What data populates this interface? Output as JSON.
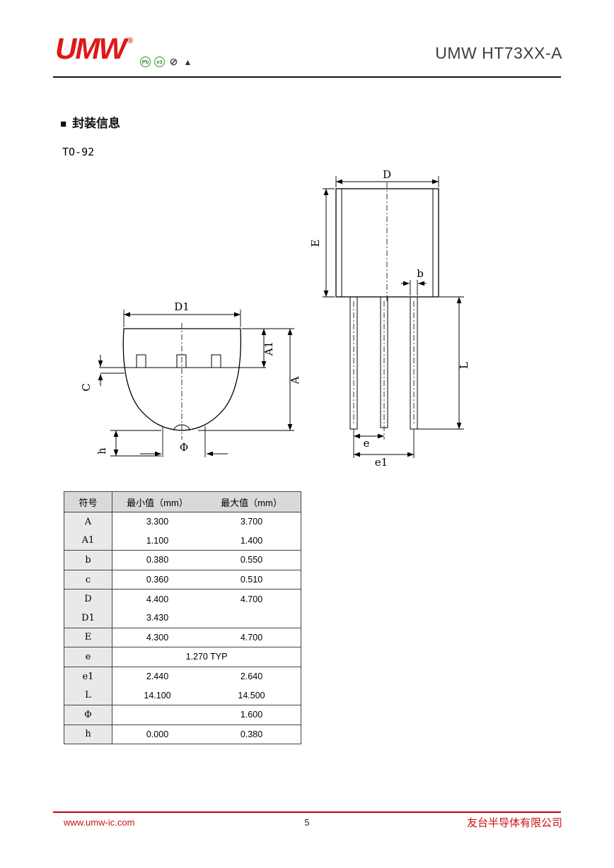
{
  "header": {
    "logo_text": "UMW",
    "logo_reg": "®",
    "title": "UMW HT73XX-A",
    "icons": [
      {
        "label": "Pb"
      },
      {
        "label": "e3"
      },
      {
        "label": "⊘"
      },
      {
        "label": "▲"
      }
    ]
  },
  "section": {
    "bullet": "■",
    "title": "封装信息",
    "package": "TO-92"
  },
  "drawing": {
    "labels": {
      "D": "D",
      "E": "E",
      "b": "b",
      "L": "L",
      "e": "e",
      "e1": "e1",
      "D1": "D1",
      "A1": "A1",
      "A": "A",
      "C": "C",
      "h": "h",
      "phi": "Φ"
    }
  },
  "table": {
    "headers": [
      "符号",
      "最小值（mm）",
      "最大值（mm）"
    ],
    "rows": [
      {
        "symbol": "A",
        "min": "3.300",
        "max": "3.700",
        "divider": false
      },
      {
        "symbol": "A1",
        "min": "1.100",
        "max": "1.400",
        "divider": true
      },
      {
        "symbol": "b",
        "min": "0.380",
        "max": "0.550",
        "divider": true
      },
      {
        "symbol": "c",
        "min": "0.360",
        "max": "0.510",
        "divider": true
      },
      {
        "symbol": "D",
        "min": "4.400",
        "max": "4.700",
        "divider": false
      },
      {
        "symbol": "D1",
        "min": "3.430",
        "max": "",
        "divider": true
      },
      {
        "symbol": "E",
        "min": "4.300",
        "max": "4.700",
        "divider": true
      },
      {
        "symbol": "e",
        "typ": "1.270 TYP",
        "divider": true
      },
      {
        "symbol": "e1",
        "min": "2.440",
        "max": "2.640",
        "divider": false
      },
      {
        "symbol": "L",
        "min": "14.100",
        "max": "14.500",
        "divider": true
      },
      {
        "symbol": "Φ",
        "min": "",
        "max": "1.600",
        "divider": true
      },
      {
        "symbol": "h",
        "min": "0.000",
        "max": "0.380",
        "divider": false
      }
    ]
  },
  "footer": {
    "website": "www.umw-ic.com",
    "page": "5",
    "company": "友台半导体有限公司"
  }
}
